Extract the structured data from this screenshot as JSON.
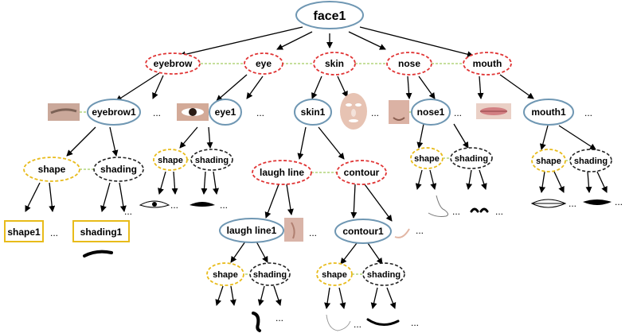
{
  "nodes": {
    "face1": "face1",
    "eyebrow": "eyebrow",
    "eye": "eye",
    "skin": "skin",
    "nose": "nose",
    "mouth": "mouth",
    "eyebrow1": "eyebrow1",
    "eye1": "eye1",
    "skin1": "skin1",
    "nose1": "nose1",
    "mouth1": "mouth1",
    "eyebrow_shape": "shape",
    "eyebrow_shading": "shading",
    "eye_shape": "shape",
    "eye_shading": "shading",
    "laugh_line": "laugh line",
    "contour": "contour",
    "nose_shape": "shape",
    "nose_shading": "shading",
    "mouth_shape": "shape",
    "mouth_shading": "shading",
    "shape1": "shape1",
    "shading1": "shading1",
    "laugh_line1": "laugh line1",
    "contour1": "contour1",
    "laugh_shape": "shape",
    "laugh_shading": "shading",
    "contour_shape": "shape",
    "contour_shading": "shading"
  },
  "ellipsis": "...",
  "colors": {
    "blue_outline": "#6f97b3",
    "red_dashed": "#e03434",
    "yellow_dashed": "#e8bb1a",
    "black_dashed": "#222222",
    "sibling_link": "#8bbf3a"
  }
}
